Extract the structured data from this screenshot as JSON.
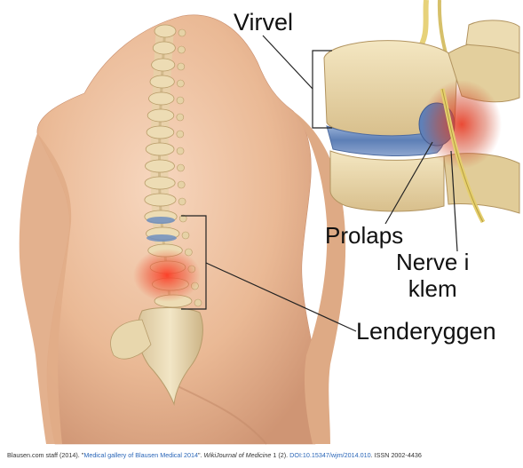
{
  "labels": {
    "vertebra": "Virvel",
    "prolapse": "Prolaps",
    "nerve_line1": "Nerve i",
    "nerve_line2": "klem",
    "lumbar_spine": "Lenderyggen"
  },
  "citation": {
    "authors": "Blausen.com staff (2014). \"",
    "title": "Medical gallery of Blausen Medical 2014",
    "after_title": "\". ",
    "journal": "WikiJournal of Medicine",
    "volume": " 1 (2). ",
    "doi": "DOI:10.15347/wjm/2014.010",
    "issn": ". ISSN 2002-4436"
  },
  "colors": {
    "skin": "#e9b894",
    "bone": "#eadcb8",
    "disc": "#6f8fc0",
    "inflammation": "#e0442e",
    "nerve": "#e4d27a"
  }
}
